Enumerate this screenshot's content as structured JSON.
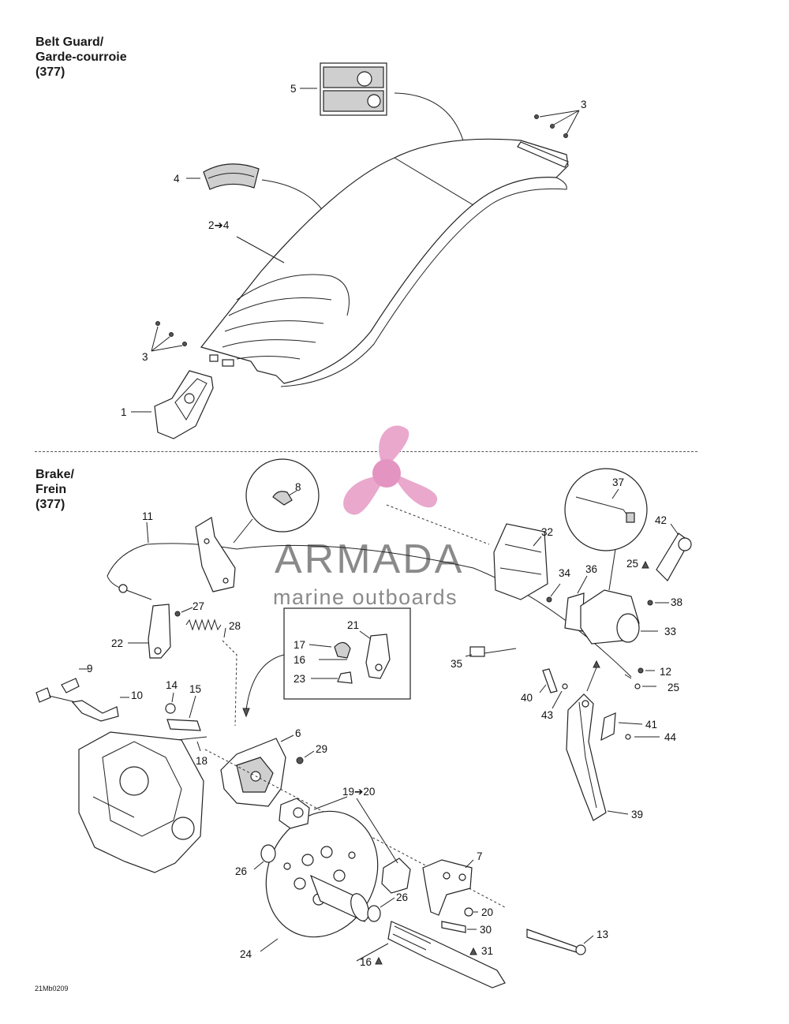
{
  "sections": {
    "belt_guard": {
      "title_lines": [
        "Belt Guard/",
        "Garde-courroie",
        "(377)"
      ]
    },
    "brake": {
      "title_lines": [
        "Brake/",
        "Frein",
        "(377)"
      ]
    }
  },
  "drawing_code": "21Mb0209",
  "watermark": {
    "brand": "ARMADA",
    "tagline": "marine outboards",
    "brand_color": "#e9a8cc",
    "text_color": "#8a8a8a"
  },
  "callouts": {
    "c1": "1",
    "c2": "2➔4",
    "c3a": "3",
    "c3b": "3",
    "c4": "4",
    "c5": "5",
    "c6": "6",
    "c7": "7",
    "c8": "8",
    "c9": "9",
    "c10": "10",
    "c11": "11",
    "c12": "12",
    "c13": "13",
    "c14": "14",
    "c15": "15",
    "c16a": "16",
    "c16b": "16",
    "c17": "17",
    "c18": "18",
    "c19": "19➔20",
    "c20": "20",
    "c21": "21",
    "c22": "22",
    "c23": "23",
    "c24": "24",
    "c25a": "25",
    "c25b": "25",
    "c26a": "26",
    "c26b": "26",
    "c27": "27",
    "c28": "28",
    "c29": "29",
    "c30": "30",
    "c31": "31",
    "c32": "32",
    "c33": "33",
    "c34": "34",
    "c35": "35",
    "c36": "36",
    "c37": "37",
    "c38": "38",
    "c39": "39",
    "c40": "40",
    "c41": "41",
    "c42": "42",
    "c43": "43",
    "c44": "44"
  }
}
